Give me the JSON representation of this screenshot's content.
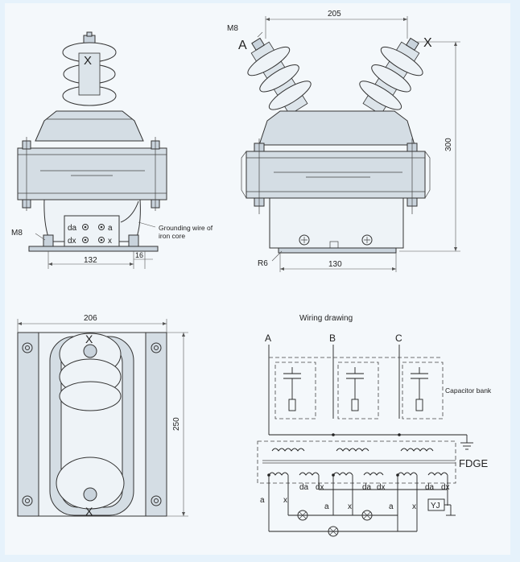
{
  "front_view": {
    "terminal_top": "X",
    "secondary_labels": [
      "da",
      "a",
      "dx",
      "x"
    ],
    "grounding_note_line1": "Grounding wire of",
    "grounding_note_line2": "iron core",
    "bolt_label": "M8",
    "dim_base": "132",
    "dim_small": "16"
  },
  "side_view": {
    "bolt_label": "M8",
    "terminal_left": "A",
    "terminal_right": "X",
    "dim_top": "205",
    "dim_height": "300",
    "dim_base": "130",
    "radius_label": "R6"
  },
  "top_view": {
    "dim_width": "206",
    "dim_height": "250",
    "terminal_top": "X",
    "terminal_bottom": "X"
  },
  "wiring": {
    "title": "Wiring drawing",
    "phases": [
      "A",
      "B",
      "C"
    ],
    "capacitor_label": "Capacitor bank",
    "unit_label": "FDGE",
    "winding_labels": [
      "da",
      "dx",
      "da",
      "dx",
      "da",
      "dx"
    ],
    "terminal_labels": [
      "a",
      "x",
      "a",
      "x",
      "a",
      "x"
    ],
    "relay_label": "YJ"
  }
}
